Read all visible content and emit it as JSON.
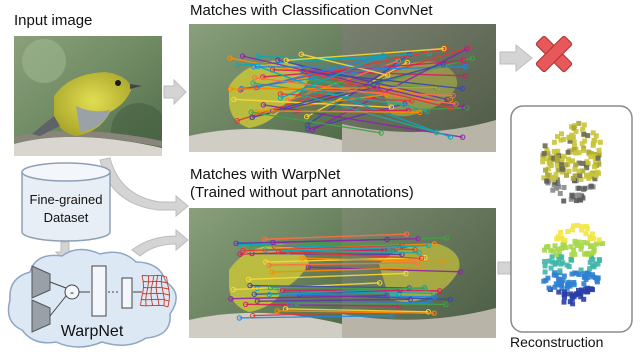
{
  "labels": {
    "input_image": "Input image",
    "matches_convnet": "Matches with Classification ConvNet",
    "matches_warpnet_line1": "Matches with WarpNet",
    "matches_warpnet_line2": "(Trained without part annotations)",
    "dataset_line1": "Fine-grained",
    "dataset_line2": "Dataset",
    "warpnet": "WarpNet",
    "reconstruction": "Reconstruction",
    "minus_sign": "-"
  },
  "icons": {
    "reject": "red-x-icon",
    "database": "cylinder-icon",
    "cloud": "cloud-icon",
    "grid": "warped-grid-icon"
  },
  "colors": {
    "reject_red": "#e8585a",
    "arrow_gray": "#cfcfcf",
    "bird_yellow": "#c8c63a",
    "bark": "#6f6a5f",
    "foliage": "#5f7a52",
    "cloud_fill": "#dde8f5",
    "cloud_stroke": "#8fa6c4",
    "db_fill": "#e8eef6",
    "grid_red": "#c0392b"
  }
}
